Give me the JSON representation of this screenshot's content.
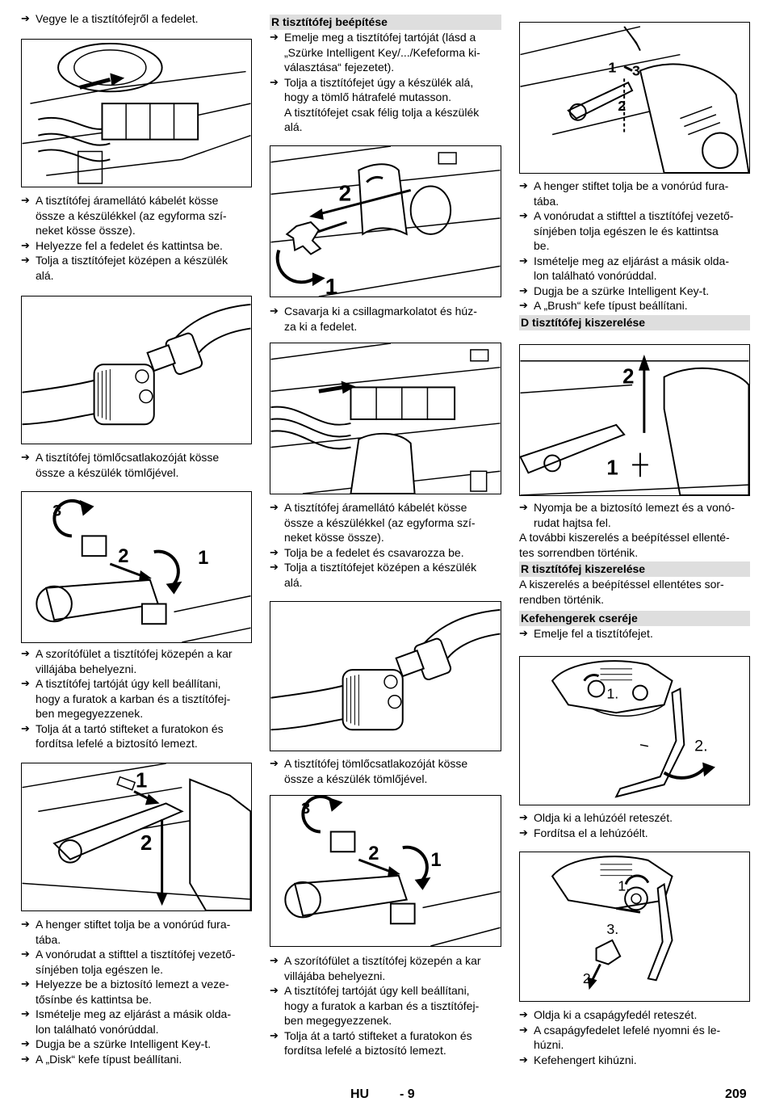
{
  "left": {
    "s1": "Vegye le a tisztítófejről a fedelet.",
    "s2": [
      "A tisztítófej áramellátó kábelét kösse\nössze a készülékkel (az egyforma szí-\nneket kösse össze).",
      "Helyezze fel a fedelet és kattintsa be.",
      "Tolja a tisztítófejet középen a készülék\nalá."
    ],
    "s3": "A tisztítófej tömlőcsatlakozóját kösse\nössze a készülék tömlőjével.",
    "fig4_labels": [
      "3",
      "2",
      "1"
    ],
    "s4": [
      "A szorítófület a tisztítófej közepén a kar\nvillájába behelyezni.",
      "A tisztítófej tartóját úgy kell beállítani,\nhogy a furatok a karban és a tisztítófej-\nben megegyezzenek.",
      "Tolja át a tartó stifteket a furatokon és\nfordítsa lefelé a biztosító lemezt."
    ],
    "fig5_labels": [
      "1",
      "2"
    ],
    "s5": [
      "A henger stiftet tolja be a vonórúd fura-\ntába.",
      "A vonórudat a stifttel a tisztítófej vezető-\nsínjében tolja egészen le.",
      "Helyezze be a biztosító lemezt a veze-\ntősínbe és kattintsa be.",
      "Ismételje meg az eljárást a másik olda-\nlon található vonórúddal.",
      "Dugja be a szürke Intelligent Key-t.",
      "A „Disk“ kefe típust beállítani."
    ]
  },
  "middle": {
    "heading1": "R tisztítófej beépítése",
    "s1": [
      "Emelje meg a tisztítófej tartóját (lásd a\n„Szürke Intelligent Key/.../Kefeforma ki-\nválasztása“ fejezetet).",
      "Tolja a tisztítófejet úgy a készülék alá,\nhogy a tömlő hátrafelé mutasson.\nA tisztítófejet csak félig tolja a készülék\nalá."
    ],
    "fig2_labels": [
      "2",
      "1"
    ],
    "s2": "Csavarja ki a csillagmarkolatot és húz-\nza ki a fedelet.",
    "s3": [
      "A tisztítófej áramellátó kábelét kösse\nössze a készülékkel (az egyforma szí-\nneket kösse össze).",
      "Tolja be a fedelet és csavarozza be.",
      "Tolja a tisztítófejet középen a készülék\nalá."
    ],
    "s4": "A tisztítófej tömlőcsatlakozóját kösse\nössze a készülék tömlőjével.",
    "fig5_labels": [
      "3",
      "2",
      "1"
    ],
    "s5": [
      "A szorítófület a tisztítófej közepén a kar\nvillájába behelyezni.",
      "A tisztítófej tartóját úgy kell beállítani,\nhogy a furatok a karban és a tisztítófej-\nben megegyezzenek.",
      "Tolja át a tartó stifteket a furatokon és\nfordítsa lefelé a biztosító lemezt."
    ]
  },
  "right": {
    "fig1_labels": [
      "1",
      "3",
      "2"
    ],
    "s1": [
      "A henger stiftet tolja be a vonórúd fura-\ntába.",
      "A vonórudat a stifttel a tisztítófej vezető-\nsínjében tolja egészen le és kattintsa\nbe.",
      "Ismételje meg az eljárást a másik olda-\nlon található vonórúddal.",
      "Dugja be a szürke Intelligent Key-t.",
      "A „Brush“ kefe típust beállítani."
    ],
    "heading1": "D tisztítófej kiszerelése",
    "fig2_labels": [
      "2",
      "1"
    ],
    "s2": "Nyomja be a biztosító lemezt és a vonó-\nrudat hajtsa fel.",
    "p1": "A további kiszerelés a beépítéssel ellenté-\ntes sorrendben történik.",
    "heading2": "R tisztítófej kiszerelése",
    "p2": "A kiszerelés a beépítéssel ellentétes sor-\nrendben történik.",
    "heading3": "Kefehengerek cseréje",
    "s3": "Emelje fel a tisztítófejet.",
    "fig3_labels": [
      "1.",
      "2."
    ],
    "s4": [
      "Oldja ki a lehúzóél reteszét.",
      "Fordítsa el a lehúzóélt."
    ],
    "fig4_labels": [
      "1.",
      "3.",
      "2."
    ],
    "s5": [
      "Oldja ki a csapágyfedél reteszét.",
      "A csapágyfedelet lefelé nyomni és le-\nhúzni.",
      "Kefehengert kihúzni."
    ]
  },
  "footer": {
    "lang": "HU",
    "section": "- 9",
    "page": "209"
  }
}
